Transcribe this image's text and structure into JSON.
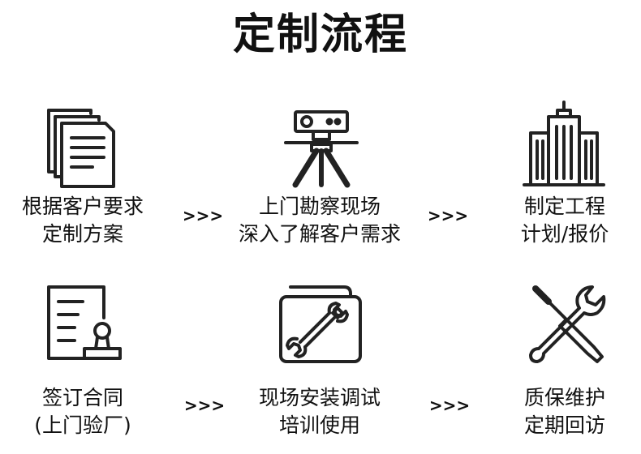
{
  "title": "定制流程",
  "arrow_text": ">>>",
  "steps": [
    {
      "icon": "document-icon",
      "line1": "根据客户要求",
      "line2": "定制方案"
    },
    {
      "icon": "projector-tripod-icon",
      "line1": "上门勘察现场",
      "line2": "深入了解客户需求"
    },
    {
      "icon": "building-icon",
      "line1": "制定工程",
      "line2": "计划/报价"
    },
    {
      "icon": "contract-stamp-icon",
      "line1": "签订合同",
      "line2": "(上门验厂)"
    },
    {
      "icon": "wrench-panel-icon",
      "line1": "现场安装调试",
      "line2": "培训使用"
    },
    {
      "icon": "tools-icon",
      "line1": "质保维护",
      "line2": "定期回访"
    }
  ]
}
